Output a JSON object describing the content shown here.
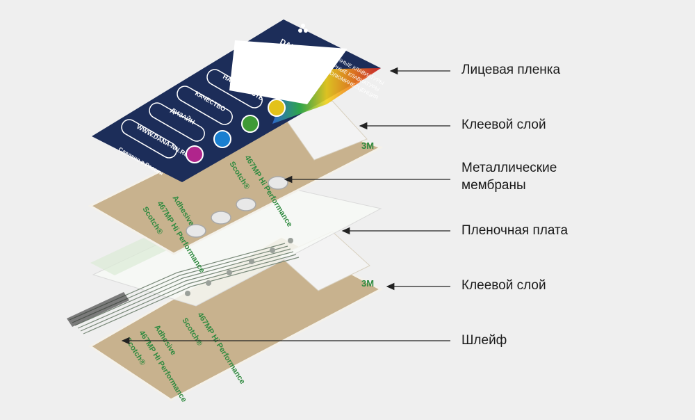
{
  "labels": {
    "face_film": "Лицевая пленка",
    "adhesive_top": "Клеевой слой",
    "metal_domes_line1": "Металлические",
    "metal_domes_line2": "мембраны",
    "film_board": "Пленочная плата",
    "adhesive_bottom": "Клеевой слой",
    "ribbon": "Шлейф"
  },
  "panel": {
    "logo_text": "DANA",
    "caption_1": "ПЛЕНОЧНЫЕ КЛАВИАТУРЫ",
    "caption_2": "СЕНСОРНЫЕ КЛАВИАТУРЫ",
    "caption_3": "ЭЛЕКТРОЛЮМИНЕСЦЕНЦИЯ",
    "buttons": [
      {
        "label": "НАДЕЖНОСТЬ"
      },
      {
        "label": "КАЧЕСТВО"
      },
      {
        "label": "ДИЗАЙН"
      },
      {
        "label": "WWW.DANA-NN.RU"
      }
    ],
    "made_in": "Сделано в России"
  },
  "tape": {
    "brand": "Scotch®",
    "product": "467MP Hi Performance",
    "kind": "Adhesive",
    "logo": "3M"
  },
  "colors": {
    "panel": "#1c2d59",
    "tape": "#c8b28e",
    "tape_text": "#2f8a3f",
    "arrow": "#222222",
    "background": "#efefef"
  }
}
